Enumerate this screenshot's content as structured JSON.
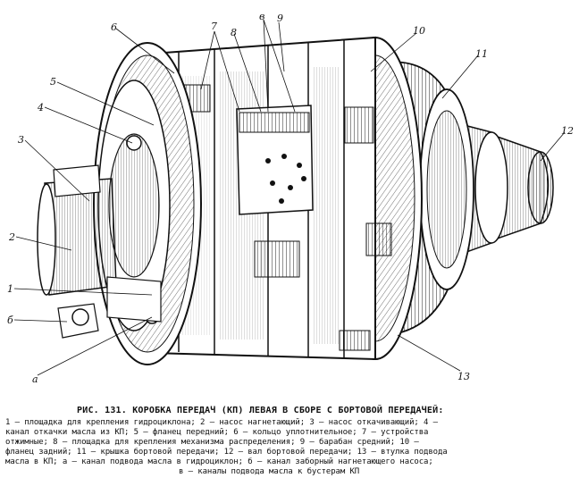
{
  "callouts": {
    "c1": "1",
    "c2": "2",
    "c3": "3",
    "c4": "4",
    "c5": "5",
    "c6": "6",
    "c7": "7",
    "c8": "8",
    "c9": "9",
    "c10": "10",
    "c11": "11",
    "c12": "12",
    "c13": "13",
    "ca": "а",
    "cb": "б",
    "cv": "в"
  },
  "caption": {
    "title": "РИС. 131. КОРОБКА ПЕРЕДАЧ (КП) ЛЕВАЯ В СБОРЕ С БОРТОВОЙ ПЕРЕДАЧЕЙ:",
    "lines": [
      "1 – площадка для крепления гидроциклона; 2 – насос нагнетающий; 3 – насос откачивающий; 4 –",
      "канал откачки масла из КП; 5 – фланец передний; 6 – кольцо уплотнительное; 7 – устройства",
      "отжимные; 8 – площадка для крепления механизма распределения; 9 – барабан средний; 10 –",
      "фланец задний; 11 – крышка бортовой передачи; 12 – вал бортовой передачи; 13 – втулка подвода",
      "масла в КП; а – канал подвода масла в гидроциклон; б – канал заборный нагнетающего насоса;",
      "в – каналы подвода масла к бустерам КП"
    ]
  }
}
